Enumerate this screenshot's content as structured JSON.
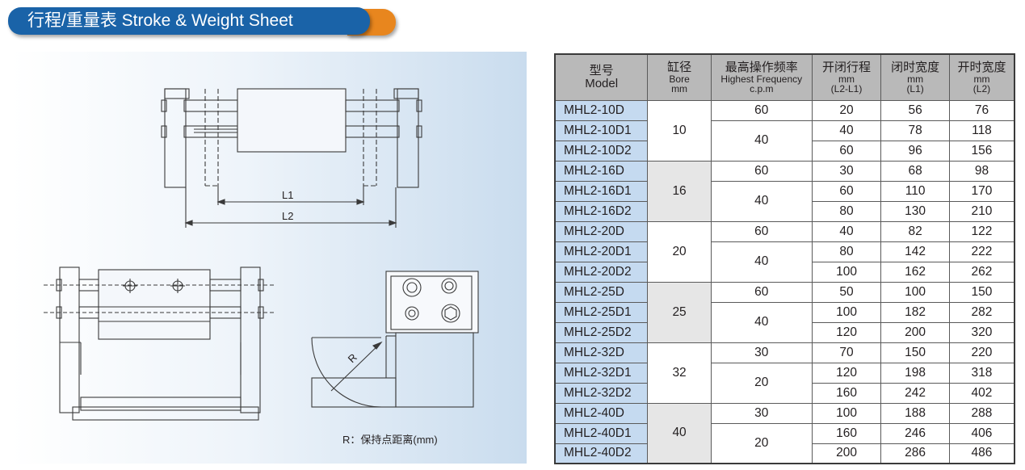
{
  "header": {
    "title": "行程/重量表 Stroke & Weight Sheet"
  },
  "drawing": {
    "labels": {
      "l1": "L1",
      "l2": "L2",
      "r": "R"
    },
    "caption": "R：保持点距离(mm)"
  },
  "table": {
    "headers": {
      "model_zh": "型号",
      "model_en": "Model",
      "bore_zh": "缸径",
      "bore_en": "Bore",
      "bore_unit": "mm",
      "freq_zh": "最高操作频率",
      "freq_en": "Highest Frequency",
      "freq_unit": "c.p.m",
      "stroke_zh": "开闭行程",
      "stroke_unit": "mm",
      "stroke_formula": "(L2-L1)",
      "closed_zh": "闭时宽度",
      "closed_unit": "mm",
      "closed_formula": "(L1)",
      "open_zh": "开时宽度",
      "open_unit": "mm",
      "open_formula": "(L2)"
    },
    "groups": [
      {
        "bore": "10",
        "rows": [
          {
            "model": "MHL2-10D",
            "freq": "60",
            "stroke": "20",
            "closed": "56",
            "open": "76"
          },
          {
            "model": "MHL2-10D1",
            "freq": "40",
            "stroke": "40",
            "closed": "78",
            "open": "118"
          },
          {
            "model": "MHL2-10D2",
            "freq": "",
            "stroke": "60",
            "closed": "96",
            "open": "156"
          }
        ]
      },
      {
        "bore": "16",
        "rows": [
          {
            "model": "MHL2-16D",
            "freq": "60",
            "stroke": "30",
            "closed": "68",
            "open": "98"
          },
          {
            "model": "MHL2-16D1",
            "freq": "40",
            "stroke": "60",
            "closed": "110",
            "open": "170"
          },
          {
            "model": "MHL2-16D2",
            "freq": "",
            "stroke": "80",
            "closed": "130",
            "open": "210"
          }
        ]
      },
      {
        "bore": "20",
        "rows": [
          {
            "model": "MHL2-20D",
            "freq": "60",
            "stroke": "40",
            "closed": "82",
            "open": "122"
          },
          {
            "model": "MHL2-20D1",
            "freq": "40",
            "stroke": "80",
            "closed": "142",
            "open": "222"
          },
          {
            "model": "MHL2-20D2",
            "freq": "",
            "stroke": "100",
            "closed": "162",
            "open": "262"
          }
        ]
      },
      {
        "bore": "25",
        "rows": [
          {
            "model": "MHL2-25D",
            "freq": "60",
            "stroke": "50",
            "closed": "100",
            "open": "150"
          },
          {
            "model": "MHL2-25D1",
            "freq": "40",
            "stroke": "100",
            "closed": "182",
            "open": "282"
          },
          {
            "model": "MHL2-25D2",
            "freq": "",
            "stroke": "120",
            "closed": "200",
            "open": "320"
          }
        ]
      },
      {
        "bore": "32",
        "rows": [
          {
            "model": "MHL2-32D",
            "freq": "30",
            "stroke": "70",
            "closed": "150",
            "open": "220"
          },
          {
            "model": "MHL2-32D1",
            "freq": "20",
            "stroke": "120",
            "closed": "198",
            "open": "318"
          },
          {
            "model": "MHL2-32D2",
            "freq": "",
            "stroke": "160",
            "closed": "242",
            "open": "402"
          }
        ]
      },
      {
        "bore": "40",
        "rows": [
          {
            "model": "MHL2-40D",
            "freq": "30",
            "stroke": "100",
            "closed": "188",
            "open": "288"
          },
          {
            "model": "MHL2-40D1",
            "freq": "20",
            "stroke": "160",
            "closed": "246",
            "open": "406"
          },
          {
            "model": "MHL2-40D2",
            "freq": "",
            "stroke": "200",
            "closed": "286",
            "open": "486"
          }
        ]
      }
    ]
  },
  "colors": {
    "banner_blue": "#1a63a8",
    "banner_orange": "#e8861e",
    "model_cell": "#c5daf0",
    "header_gray": "#b9b9b9"
  }
}
